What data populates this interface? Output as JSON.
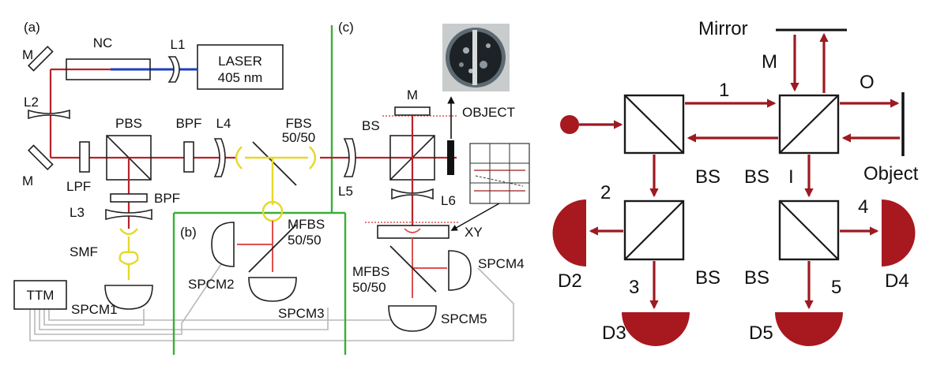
{
  "left_panel": {
    "panel_labels": {
      "a": "(a)",
      "b": "(b)",
      "c": "(c)"
    },
    "components": {
      "nc": "NC",
      "l1": "L1",
      "laser_line1": "LASER",
      "laser_line2": "405 nm",
      "m_top": "M",
      "l2": "L2",
      "m_mid": "M",
      "pbs": "PBS",
      "bpf_right": "BPF",
      "l4": "L4",
      "fbs_line1": "FBS",
      "fbs_line2": "50/50",
      "lpf": "LPF",
      "bpf_below": "BPF",
      "l3": "L3",
      "smf": "SMF",
      "ttm": "TTM",
      "spcm1": "SPCM1",
      "spcm2": "SPCM2",
      "spcm3": "SPCM3",
      "mfbs_b_line1": "MFBS",
      "mfbs_b_line2": "50/50",
      "m_c": "M",
      "bs_c": "BS",
      "object": "OBJECT",
      "l5": "L5",
      "l6": "L6",
      "xy": "XY",
      "mfbs_c_line1": "MFBS",
      "mfbs_c_line2": "50/50",
      "spcm4": "SPCM4",
      "spcm5": "SPCM5"
    }
  },
  "right_panel": {
    "mirror": "Mirror",
    "m": "M",
    "path_1": "1",
    "o": "O",
    "object": "Object",
    "bs_left": "BS",
    "bs_mid": "BS",
    "i": "I",
    "path_2": "2",
    "path_3": "3",
    "path_4": "4",
    "path_5": "5",
    "bs_bottom_left": "BS",
    "bs_bottom_right": "BS",
    "d2": "D2",
    "d3": "D3",
    "d4": "D4",
    "d5": "D5"
  },
  "colors": {
    "beam_red": "#b8232b",
    "beam_blue": "#1f3fbf",
    "fiber_yellow": "#e6d82a",
    "panel_green": "#38b036",
    "cable_grey": "#b8b8b8",
    "detector_red": "#a8181f"
  }
}
